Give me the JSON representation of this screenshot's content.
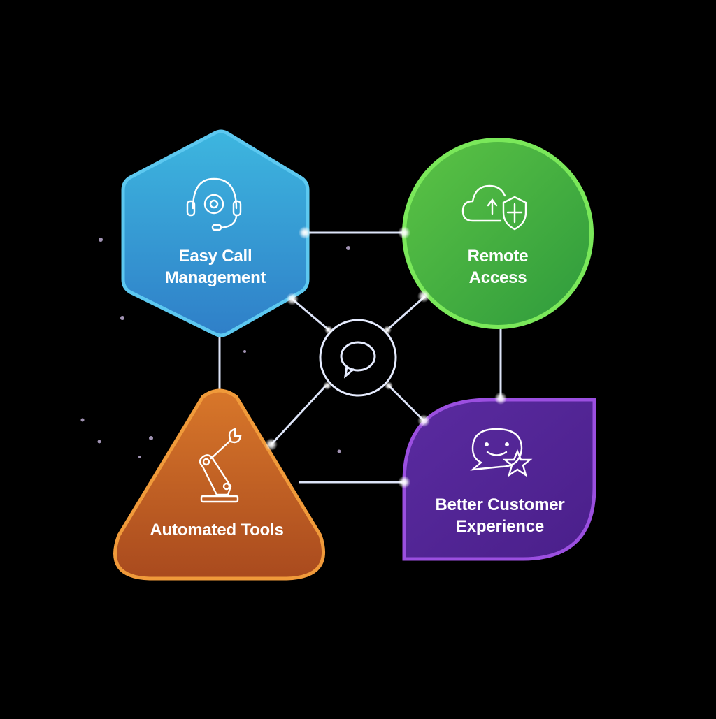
{
  "diagram": {
    "center": {
      "icon": "chat-bubble-icon"
    },
    "nodes": [
      {
        "id": "easy-call",
        "shape": "hexagon",
        "line1": "Easy Call",
        "line2": "Management",
        "icon": "headset-gear-icon",
        "color": "#2E9AD6"
      },
      {
        "id": "remote-access",
        "shape": "circle",
        "line1": "Remote",
        "line2": "Access",
        "icon": "cloud-upload-shield-icon",
        "color": "#4CB944"
      },
      {
        "id": "automated-tools",
        "shape": "triangle",
        "line1": "Automated Tools",
        "icon": "robotic-arm-wrench-icon",
        "color": "#C8621E"
      },
      {
        "id": "customer-experience",
        "shape": "leaf",
        "line1": "Better Customer",
        "line2": "Experience",
        "icon": "smile-chat-star-icon",
        "color": "#5B2A9E"
      }
    ]
  },
  "colors": {
    "background": "#000000",
    "connector": "#E6ECFF"
  }
}
